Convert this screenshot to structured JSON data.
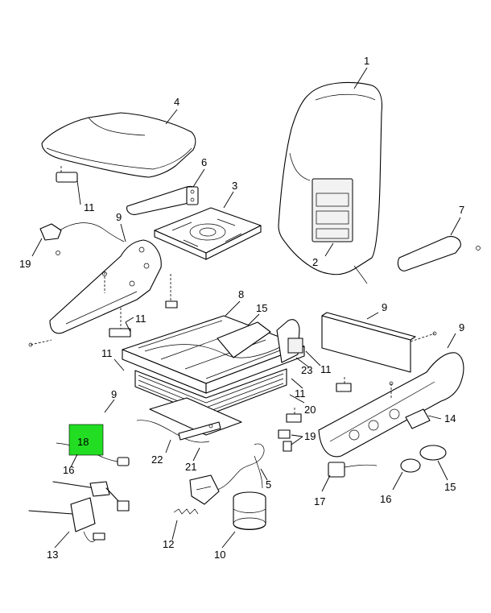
{
  "callouts": {
    "c1": "1",
    "c2": "2",
    "c3": "3",
    "c4": "4",
    "c5": "5",
    "c6": "6",
    "c7": "7",
    "c8": "8",
    "c9a": "9",
    "c9b": "9",
    "c9c": "9",
    "c9d": "9",
    "c10": "10",
    "c11a": "11",
    "c11b": "11",
    "c11c": "11",
    "c11d": "11",
    "c11e": "11",
    "c12": "12",
    "c13": "13",
    "c14": "14",
    "c15a": "15",
    "c15b": "15",
    "c16a": "16",
    "c16b": "16",
    "c17": "17",
    "c18": "18",
    "c19a": "19",
    "c19b": "19",
    "c20": "20",
    "c21": "21",
    "c22": "22",
    "c23": "23"
  },
  "colors": {
    "highlight": "#22dd22",
    "line": "#000000",
    "background": "#ffffff"
  }
}
